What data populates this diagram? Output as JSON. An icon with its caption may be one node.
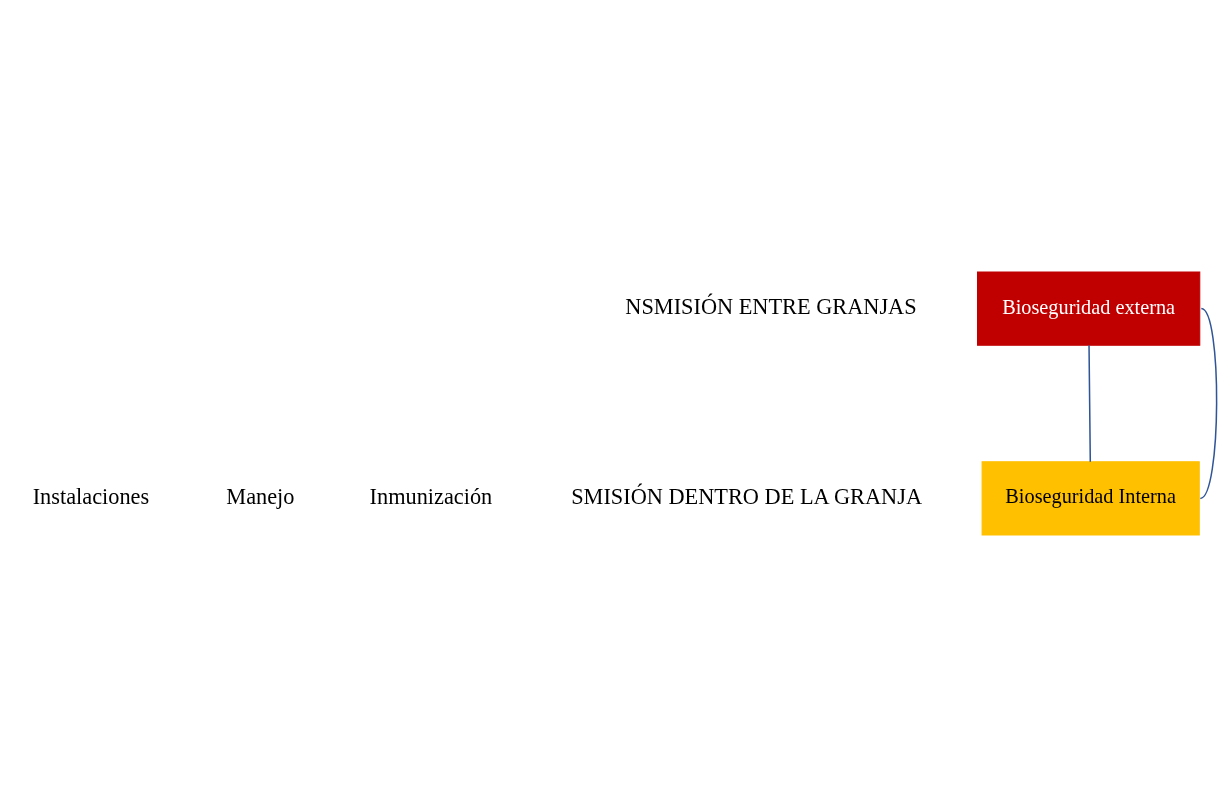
{
  "diagram": {
    "nodes": [
      {
        "text": [
          "Bioseguridad externa"
        ]
      },
      {
        "text": [
          "Bioseguridad Interna"
        ]
      }
    ],
    "edges": [
      {
        "from": 0,
        "to": 1,
        "arrow": "none"
      },
      {
        "from": 0,
        "to": 1,
        "arrow": "none"
      }
    ],
    "labels": [
      "NSMISIÓN ENTRE GRANJAS",
      "Instalaciones",
      "Manejo",
      "Inmunización",
      "SMISIÓN DENTRO DE LA GRANJA"
    ]
  }
}
